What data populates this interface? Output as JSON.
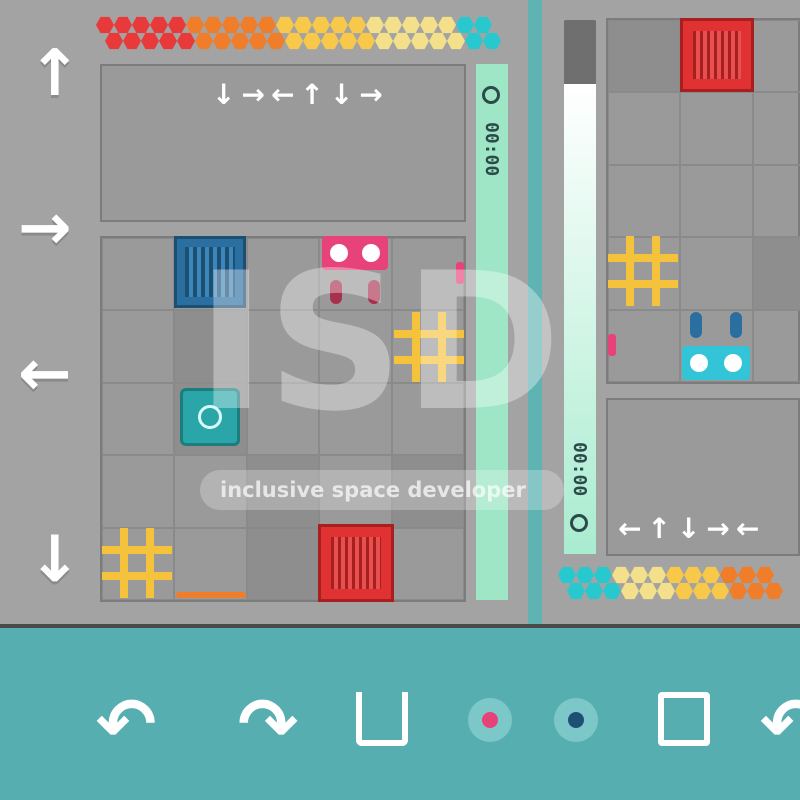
{
  "watermark": {
    "logo": "ISD",
    "tagline": "inclusive space developer"
  },
  "left_board": {
    "command_sequence": [
      "↓",
      "→",
      "←",
      "↑",
      "↓",
      "→"
    ],
    "timer": "00:00",
    "timer_level": 0.0,
    "side_controls": [
      "↑",
      "→",
      "←",
      "↓"
    ],
    "energy_colors": [
      "#e83a3a",
      "#f07d2a",
      "#f7c84a",
      "#f4e08a",
      "#28c8cf"
    ]
  },
  "right_board": {
    "command_sequence": [
      "←",
      "↑",
      "↓",
      "→",
      "←"
    ],
    "timer": "00:00",
    "timer_level": 0.88,
    "energy_colors": [
      "#28c8cf",
      "#f4e08a",
      "#f7c84a",
      "#f07d2a"
    ]
  },
  "toolbar": {
    "undo_icon": "undo-icon",
    "redo_icon": "redo-icon",
    "build_icon": "bucket-icon",
    "red_play_icon": "record-icon",
    "blue_play_icon": "record-blue-icon",
    "trash_icon": "trash-icon",
    "undo_glyph": "↶",
    "redo_glyph": "↷",
    "partial_glyph": "↶"
  },
  "colors": {
    "teal_timer": "#9ee6c6",
    "crate_red": "#e03232",
    "crate_blue": "#2a6fa0",
    "robot_pink": "#e8427a",
    "robot_cyan": "#33c4d8",
    "junction_gold": "#f4c23b",
    "water": "#56aeb0"
  }
}
